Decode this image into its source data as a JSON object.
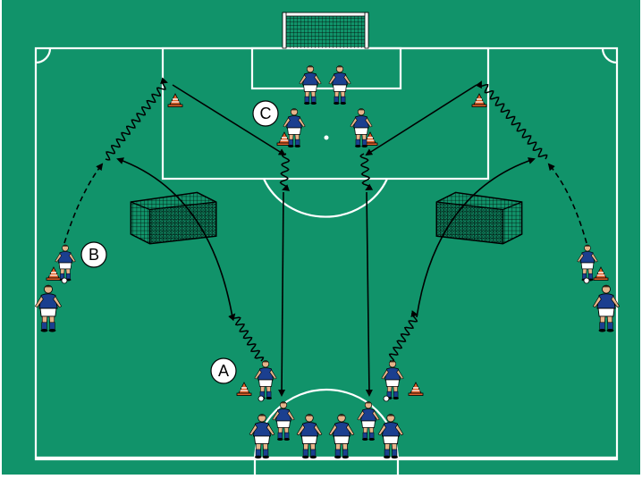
{
  "colors": {
    "pitch": "#11936a",
    "lines": "#ffffff",
    "jersey": "#1b3f8f",
    "shorts": "#ffffff",
    "socks": "#1b3f8f",
    "skin": "#e7b48a",
    "arrow": "#000000",
    "cone": "#e0622a"
  },
  "labels": {
    "a": "A",
    "b": "B",
    "c": "C"
  },
  "equipment": {
    "main_goal": "goal-icon",
    "mini_goals": "mini-goal-icon",
    "cones": "cone-icon",
    "ball": "ball-icon",
    "players": "player-icon"
  }
}
